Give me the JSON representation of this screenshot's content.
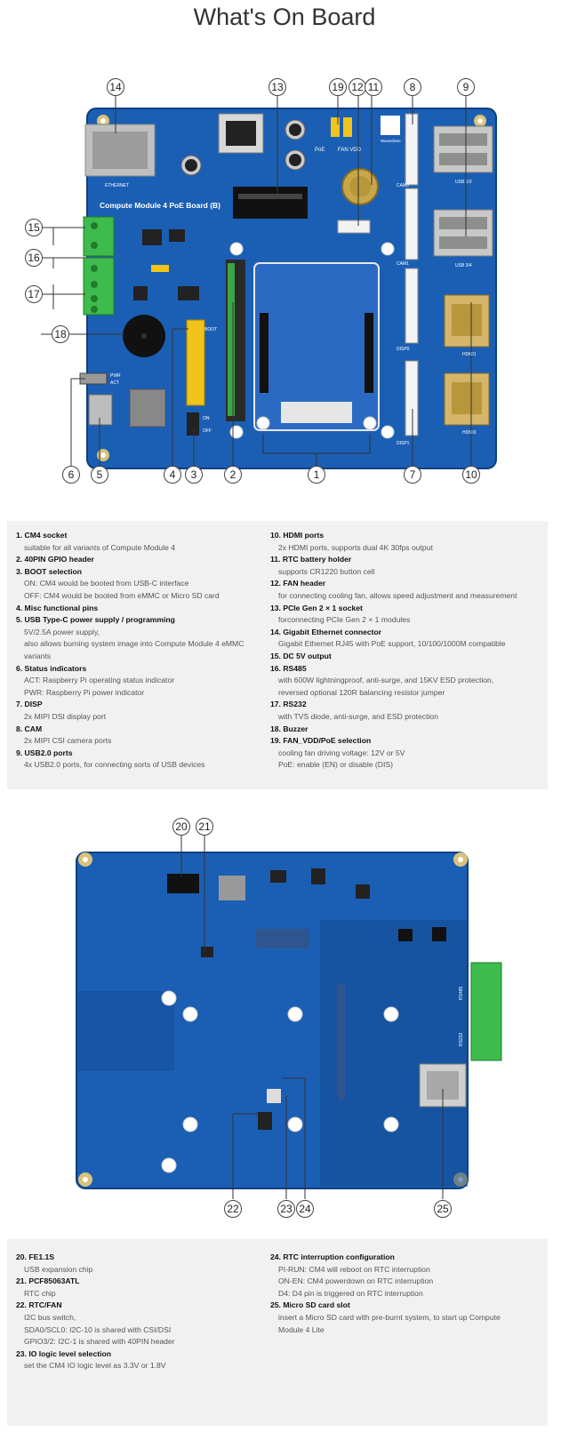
{
  "page_title": "What's On Board",
  "top_board": {
    "board_name": "Compute Module 4 PoE Board (B)",
    "silk": {
      "ethernet": "ETHERNET",
      "usb12": "USB 1/2",
      "usb34": "USB 3/4",
      "cam0": "CAM0",
      "cam1": "CAM1",
      "disp0": "DISP0",
      "disp1": "DISP1",
      "hdmi1": "HDMI1",
      "hdmi0": "HDMI0",
      "poe": "PoE",
      "fan_vdd": "FAN VDD",
      "brand": "Waveshare",
      "boot": "BOOT",
      "on": "ON",
      "off": "OFF",
      "pwr": "PWR",
      "act": "ACT"
    },
    "callouts": {
      "c1": "1",
      "c2": "2",
      "c3": "3",
      "c4": "4",
      "c5": "5",
      "c6": "6",
      "c7": "7",
      "c8": "8",
      "c9": "9",
      "c10": "10",
      "c11": "11",
      "c12": "12",
      "c13": "13",
      "c14": "14",
      "c15": "15",
      "c16": "16",
      "c17": "17",
      "c18": "18",
      "c19": "19"
    }
  },
  "top_descriptions": {
    "left": [
      {
        "title": "1. CM4 socket",
        "lines": [
          "suitable for all variants of Compute Module 4"
        ]
      },
      {
        "title": "2. 40PIN GPIO header",
        "lines": []
      },
      {
        "title": "3. BOOT selection",
        "lines": [
          "ON: CM4 would be booted from USB-C interface",
          "OFF: CM4 would be booted from eMMC or Micro SD card"
        ]
      },
      {
        "title": "4. Misc functional pins",
        "lines": []
      },
      {
        "title": "5. USB Type-C power supply / programming",
        "lines": [
          "5V/2.5A power supply,",
          "also allows burning system image into Compute Module 4 eMMC",
          "variants"
        ]
      },
      {
        "title": "6. Status indicators",
        "lines": [
          "ACT: Raspberry Pi operating status indicator",
          "PWR: Raspberry Pi power indicator"
        ]
      },
      {
        "title": "7. DISP",
        "lines": [
          "2x MIPI DSI display port"
        ]
      },
      {
        "title": "8. CAM",
        "lines": [
          "2x MIPI CSI camera ports"
        ]
      },
      {
        "title": "9. USB2.0 ports",
        "lines": [
          "4x USB2.0 ports, for connecting sorts of USB devices"
        ]
      }
    ],
    "right": [
      {
        "title": "10. HDMI ports",
        "lines": [
          "2x HDMI ports, supports dual 4K 30fps output"
        ]
      },
      {
        "title": "11. RTC battery holder",
        "lines": [
          "supports CR1220 button cell"
        ]
      },
      {
        "title": "12. FAN header",
        "lines": [
          "for connecting cooling fan, allows speed adjustment and measurement"
        ]
      },
      {
        "title": "13. PCIe Gen 2 × 1 socket",
        "lines": [
          "forconnecting PCIe Gen 2 × 1 modules"
        ]
      },
      {
        "title": "14. Gigabit Ethernet connector",
        "lines": [
          "Gigabit Ethernet RJ45 with PoE support, 10/100/1000M compatible"
        ]
      },
      {
        "title": "15. DC 5V output",
        "lines": []
      },
      {
        "title": "16. RS485",
        "lines": [
          "with 600W lightningproof, anti-surge, and 15KV ESD protection,",
          "reversed optional 120R balancing resistor jumper"
        ]
      },
      {
        "title": "17. RS232",
        "lines": [
          "with TVS diode, anti-surge, and ESD protection"
        ]
      },
      {
        "title": "18. Buzzer",
        "lines": []
      },
      {
        "title": "19. FAN_VDD/PoE selection",
        "lines": [
          "cooling fan driving voltage: 12V or 5V",
          "PoE: enable (EN) or disable (DIS)"
        ]
      }
    ]
  },
  "bottom_board": {
    "silk": {
      "rs485": "RS485",
      "rs232": "RS232"
    },
    "callouts": {
      "c20": "20",
      "c21": "21",
      "c22": "22",
      "c23": "23",
      "c24": "24",
      "c25": "25"
    }
  },
  "bottom_descriptions": {
    "left": [
      {
        "title": "20. FE1.1S",
        "lines": [
          "USB expansion chip"
        ]
      },
      {
        "title": "21. PCF85063ATL",
        "lines": [
          "RTC chip"
        ]
      },
      {
        "title": "22. RTC/FAN",
        "lines": [
          "I2C bus switch,",
          "SDA0/SCL0: I2C-10 is shared with CSI/DSI",
          "GPIO3/2: I2C-1 is shared with 40PIN header"
        ]
      },
      {
        "title": "23. IO logic level selection",
        "lines": [
          "set the CM4 IO logic level as 3.3V or 1.8V"
        ]
      }
    ],
    "right": [
      {
        "title": "24. RTC interruption configuration",
        "lines": [
          "PI-RUN: CM4 will reboot on RTC interruption",
          "ON-EN: CM4 powerdown on RTC interruption",
          "D4: D4 pin is triggered on RTC interruption"
        ]
      },
      {
        "title": "25. Micro SD card slot",
        "lines": [
          "insert a Micro SD card with pre-burnt system, to start up Compute",
          "Module 4 Lite"
        ]
      }
    ]
  },
  "colors": {
    "pcb_blue": "#1b5fb4",
    "pcb_blue_dark": "#134a92",
    "terminal_green": "#3dbb4c",
    "header_yellow": "#f0c419",
    "gold": "#c9a64a",
    "metal": "#c8c8c8",
    "desc_bg": "#f1f1f1"
  }
}
